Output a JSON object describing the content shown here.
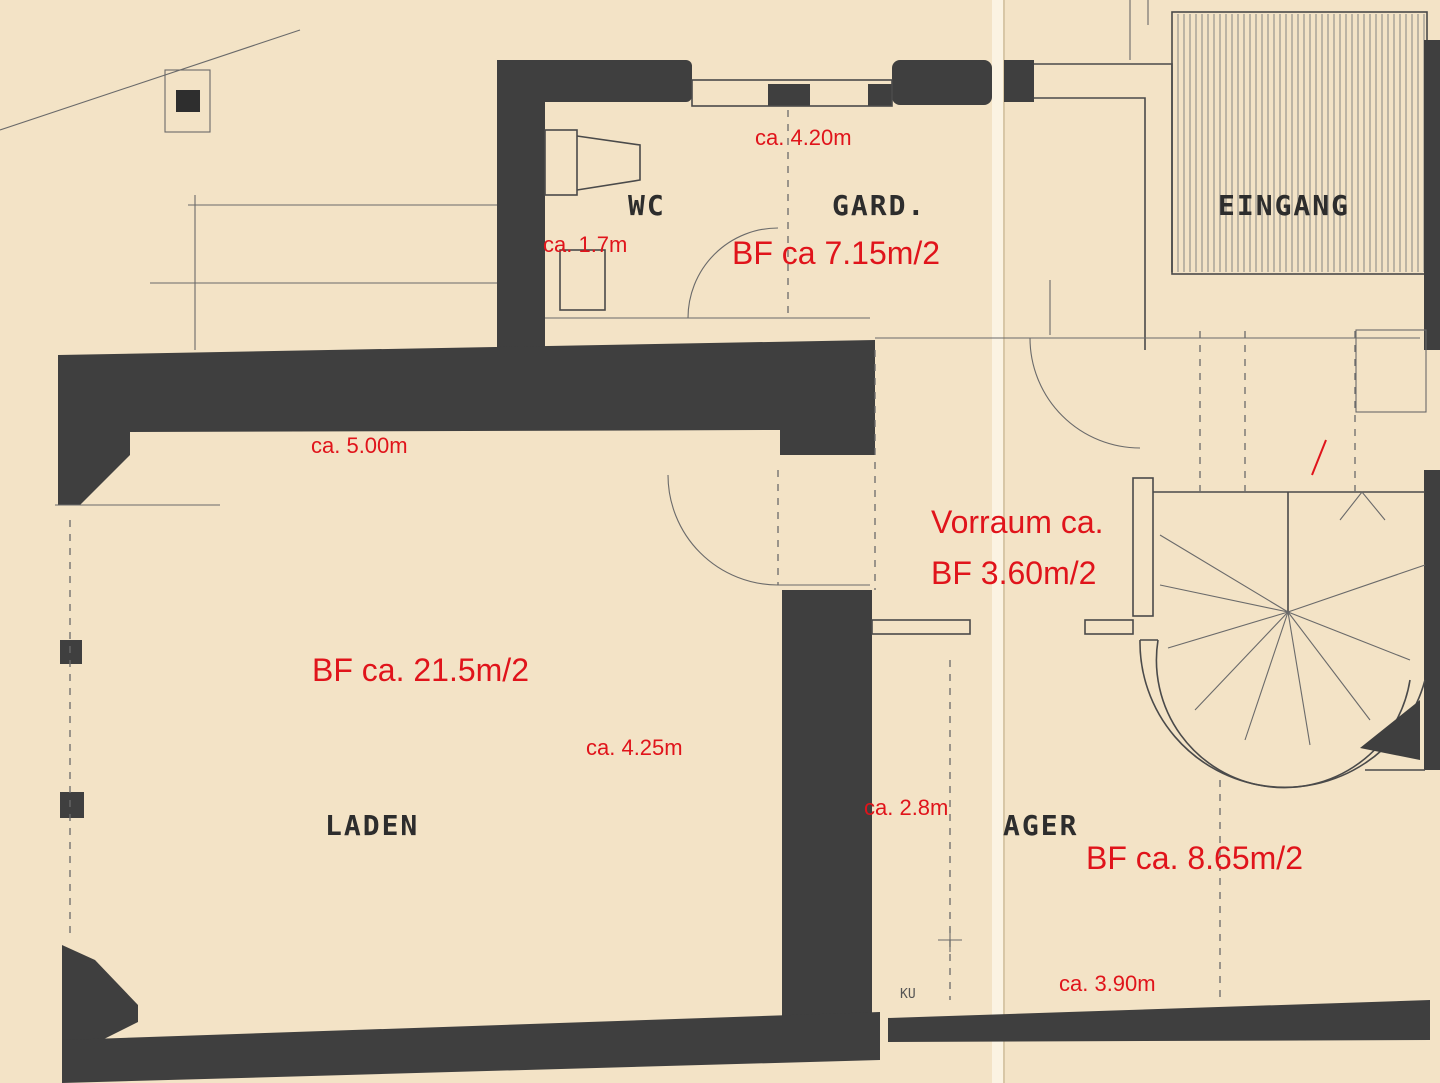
{
  "rooms": {
    "wc": "WC",
    "gard": "GARD.",
    "eingang": "EINGANG",
    "laden": "LADEN",
    "lager": "AGER"
  },
  "annotations": {
    "width_wc_gard": "ca. 4.20m",
    "width_wc": "ca. 1.7m",
    "area_wc_gard": "BF ca 7.15m/2",
    "width_laden": "ca. 5.00m",
    "vorraum_title": "Vorraum ca.",
    "vorraum_area": "BF 3.60m/2",
    "area_laden": "BF ca. 21.5m/2",
    "depth_laden": "ca. 4.25m",
    "depth_lager": "ca. 2.8m",
    "area_lager": "BF ca. 8.65m/2",
    "width_lager": "ca. 3.90m"
  },
  "colors": {
    "paper": "#f3e3c6",
    "walls": "#3f3f3f",
    "annotation": "#e0141b"
  }
}
